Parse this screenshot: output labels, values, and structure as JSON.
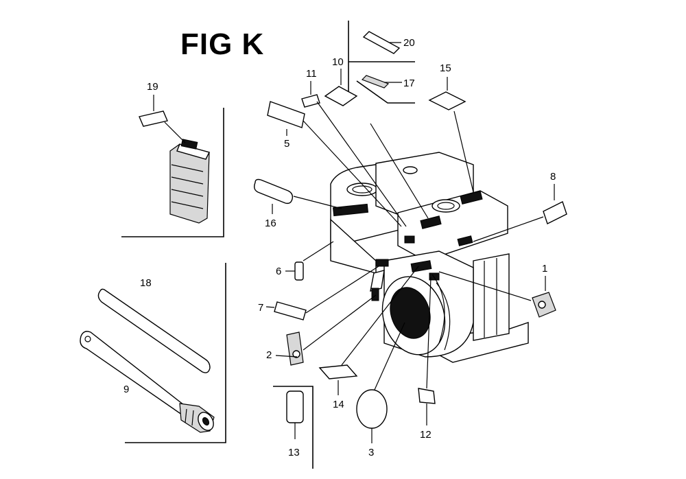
{
  "figure": {
    "title": "FIG K",
    "callouts": {
      "c1": "1",
      "c2": "2",
      "c3": "3",
      "c5": "5",
      "c6": "6",
      "c7": "7",
      "c8": "8",
      "c9": "9",
      "c10": "10",
      "c11": "11",
      "c12": "12",
      "c13": "13",
      "c14": "14",
      "c15": "15",
      "c16": "16",
      "c17": "17",
      "c18": "18",
      "c19": "19",
      "c20": "20"
    }
  }
}
